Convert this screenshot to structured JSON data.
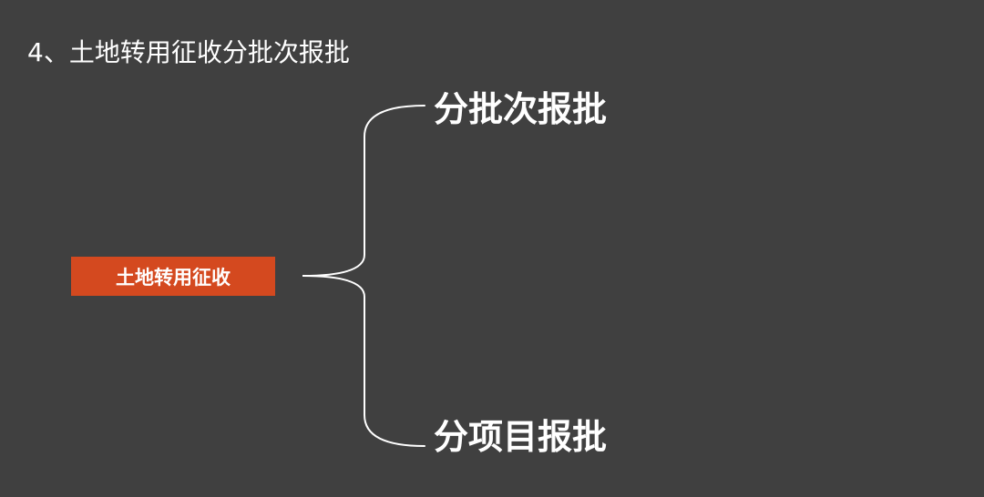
{
  "slide": {
    "title": "4、土地转用征收分批次报批"
  },
  "diagram": {
    "root": "土地转用征收",
    "branches": [
      {
        "label": "分批次报批"
      },
      {
        "label": "分项目报批"
      }
    ]
  },
  "colors": {
    "background": "#404040",
    "root_fill": "#d4491f",
    "text": "#ffffff",
    "connector": "#ffffff"
  }
}
